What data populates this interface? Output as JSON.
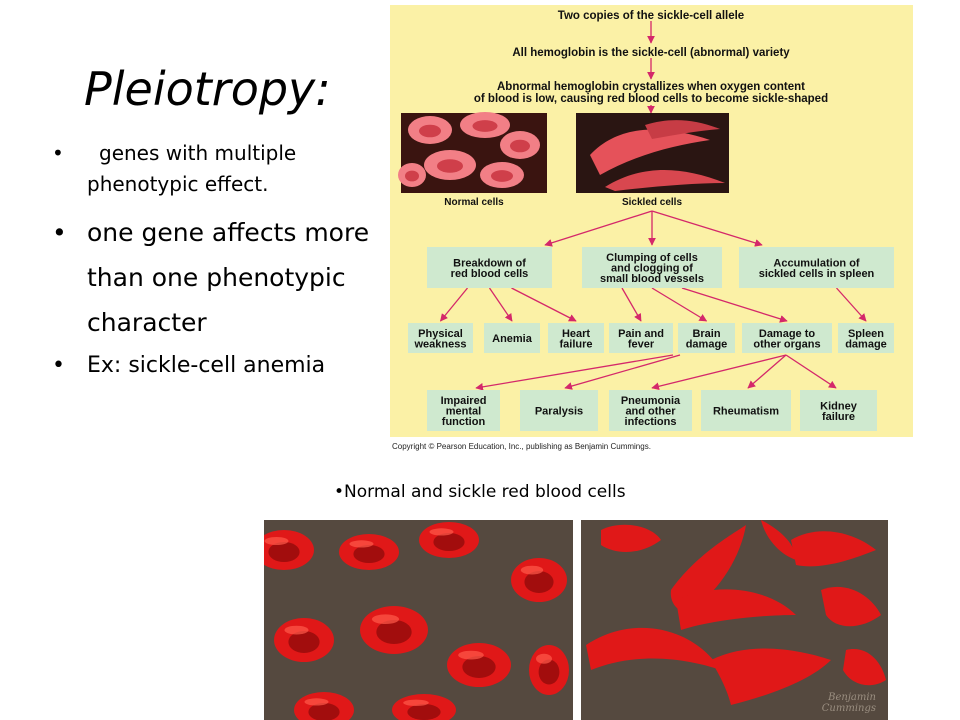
{
  "slide": {
    "title": "Pleiotropy:",
    "bullets": [
      "genes with multiple phenotypic effect.",
      "one gene affects more than one phenotypic character",
      "Ex: sickle-cell anemia"
    ],
    "bullet_symbol": "•",
    "caption": "•Normal and sickle red blood cells",
    "copyright": "Copyright © Pearson Education, Inc., publishing as Benjamin Cummings.",
    "watermark": [
      "Benjamin",
      "Cummings"
    ]
  },
  "diagram": {
    "background": "#fbf1a6",
    "box_fill": "#cfe9cf",
    "arrow_color": "#d4286a",
    "headlines": [
      "Two copies of the sickle-cell allele",
      "All hemoglobin is the sickle-cell (abnormal) variety",
      "Abnormal hemoglobin crystallizes when oxygen content",
      "of blood is low, causing red blood cells to become sickle-shaped"
    ],
    "micrograph_labels": [
      "Normal cells",
      "Sickled cells"
    ],
    "level1": [
      [
        "Breakdown of",
        "red blood cells"
      ],
      [
        "Clumping of cells",
        "and clogging of",
        "small blood vessels"
      ],
      [
        "Accumulation of",
        "sickled cells in spleen"
      ]
    ],
    "level2": [
      [
        "Physical",
        "weakness"
      ],
      [
        "Anemia"
      ],
      [
        "Heart",
        "failure"
      ],
      [
        "Pain and",
        "fever"
      ],
      [
        "Brain",
        "damage"
      ],
      [
        "Damage to",
        "other organs"
      ],
      [
        "Spleen",
        "damage"
      ]
    ],
    "level3": [
      [
        "Impaired",
        "mental",
        "function"
      ],
      [
        "Paralysis"
      ],
      [
        "Pneumonia",
        "and other",
        "infections"
      ],
      [
        "Rheumatism"
      ],
      [
        "Kidney",
        "failure"
      ]
    ]
  },
  "colors": {
    "cell_red": "#e01818",
    "photo_background": "#55493f"
  }
}
